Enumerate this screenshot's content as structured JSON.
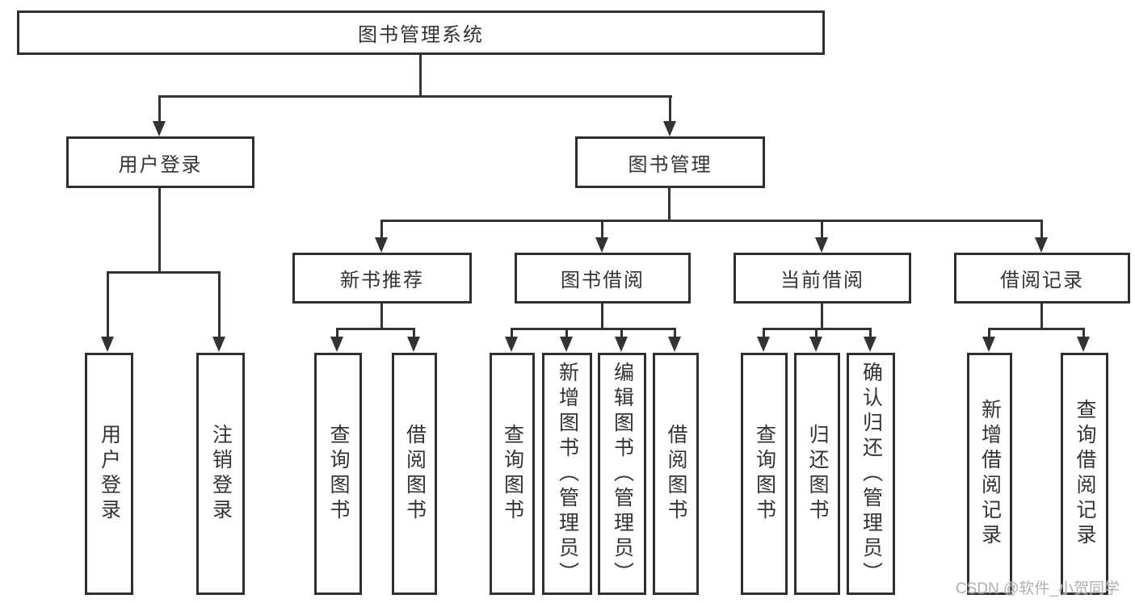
{
  "tree": {
    "label": "图书管理系统",
    "children": [
      {
        "label": "用户登录",
        "children": [
          {
            "label": "用户登录"
          },
          {
            "label": "注销登录"
          }
        ]
      },
      {
        "label": "图书管理",
        "children": [
          {
            "label": "新书推荐",
            "children": [
              {
                "label": "查询图书"
              },
              {
                "label": "借阅图书"
              }
            ]
          },
          {
            "label": "图书借阅",
            "children": [
              {
                "label": "查询图书"
              },
              {
                "label": "新增图书（管理员）"
              },
              {
                "label": "编辑图书（管理员）"
              },
              {
                "label": "借阅图书"
              }
            ]
          },
          {
            "label": "当前借阅",
            "children": [
              {
                "label": "查询图书"
              },
              {
                "label": "归还图书"
              },
              {
                "label": "确认归还（管理员）"
              }
            ]
          },
          {
            "label": "借阅记录",
            "children": [
              {
                "label": "新增借阅记录"
              },
              {
                "label": "查询借阅记录"
              }
            ]
          }
        ]
      }
    ]
  },
  "watermark": "CSDN @软件_小贺同学",
  "colors": {
    "line": "#333333",
    "box_border": "#2f2f2f",
    "box_background": "#ffffff",
    "text": "#333333",
    "watermark": "#a8a8a8"
  }
}
